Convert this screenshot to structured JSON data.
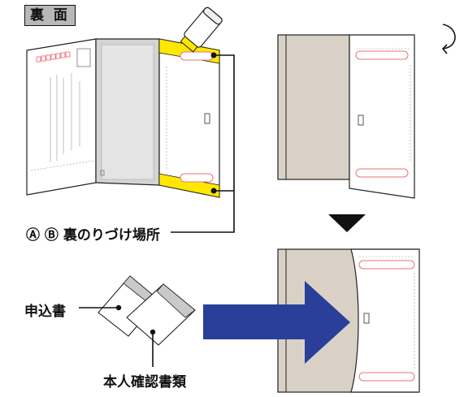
{
  "header": {
    "badge_text": "裏 面"
  },
  "callouts": {
    "glue_label": "Ⓐ Ⓑ 裏のりづけ場所",
    "application_label": "申込書",
    "id_docs_label": "本人確認書類"
  },
  "colors": {
    "glue_highlight": "#ffe800",
    "envelope_tan": "#d9d1c6",
    "sheet_gray": "#c9c9c9",
    "arrow_blue": "#2a3f9a",
    "arrow_black": "#1a1a1a",
    "stamp_red": "#e8747a"
  },
  "icons": {
    "rotate": "curved-arrow-icon",
    "down": "down-triangle-icon",
    "right": "right-arrow-icon",
    "glue": "glue-stick-icon"
  }
}
